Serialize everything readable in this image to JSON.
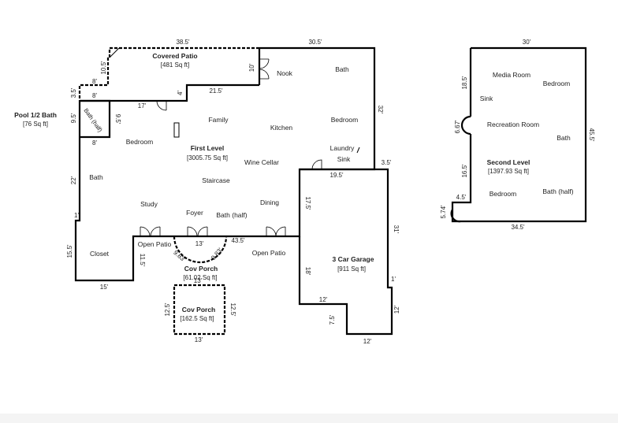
{
  "plan": {
    "first_level": {
      "title": "First Level",
      "area": "[3005.75 Sq ft]",
      "rooms": {
        "nook": "Nook",
        "bath": "Bath",
        "family": "Family",
        "kitchen": "Kitchen",
        "bedroom_right": "Bedroom",
        "bedroom_left": "Bedroom",
        "laundry": "Laundry",
        "sink": "Sink",
        "wine_cellar": "Wine Cellar",
        "bath_left": "Bath",
        "staircase": "Staircase",
        "study": "Study",
        "foyer": "Foyer",
        "bath_half": "Bath (half)",
        "dining": "Dining",
        "closet": "Closet",
        "open_patio_left": "Open Patio",
        "open_patio_right": "Open Patio",
        "bath_half_small": "Bath (half)"
      }
    },
    "covered_patio": {
      "title": "Covered Patio",
      "area": "[481 Sq ft]"
    },
    "pool_bath": {
      "title": "Pool 1/2 Bath",
      "area": "[76 Sq ft]"
    },
    "cov_porch_1": {
      "title": "Cov Porch",
      "area": "[61.02 Sq ft]"
    },
    "cov_porch_2": {
      "title": "Cov Porch",
      "area": "[162.5 Sq ft]"
    },
    "garage": {
      "title": "3 Car Garage",
      "area": "[911 Sq ft]"
    },
    "second_level": {
      "title": "Second Level",
      "area": "[1397.93 Sq ft]",
      "rooms": {
        "media_room": "Media Room",
        "bedroom_top": "Bedroom",
        "sink": "Sink",
        "recreation_room": "Recreation Room",
        "bath": "Bath",
        "bedroom_bottom": "Bedroom",
        "bath_half": "Bath (half)"
      }
    },
    "dimensions": {
      "d38_5": "38.5'",
      "d30_5": "30.5'",
      "d10_5": "10.5'",
      "d8_a": "8'",
      "d3_5_a": "3.5'",
      "d8_b": "8'",
      "d17": "17'",
      "d4": "4'",
      "d10": "10'",
      "d21_5": "21.5'",
      "d32": "32'",
      "d9_5_a": "9.5'",
      "d9_5_b": "9.5'",
      "d8_c": "8'",
      "d22": "22'",
      "d19_5": "19.5'",
      "d3_5_b": "3.5'",
      "d1_a": "1'",
      "d15_5": "15.5'",
      "d15": "15'",
      "d11_5": "11.5'",
      "d13_a": "13'",
      "d43_5": "43.5'",
      "d9_83_a": "9.83'",
      "d9_83_b": "9.83'",
      "d17_5": "17.5'",
      "d31": "31'",
      "d18": "18'",
      "d1_b": "1'",
      "d12_a": "12'",
      "d12_b": "12'",
      "d12_c": "12'",
      "d7_5": "7.5'",
      "d13_b": "13'",
      "d12_5_a": "12.5'",
      "d12_5_b": "12.5'",
      "d13_c": "13'",
      "d30": "30'",
      "d18_5": "18.5'",
      "d6_67": "6.67'",
      "d45_5": "45.5'",
      "d16_5": "16.5'",
      "d4_5": "4.5'",
      "d5_74": "5.74'",
      "d34_5": "34.5'"
    }
  }
}
